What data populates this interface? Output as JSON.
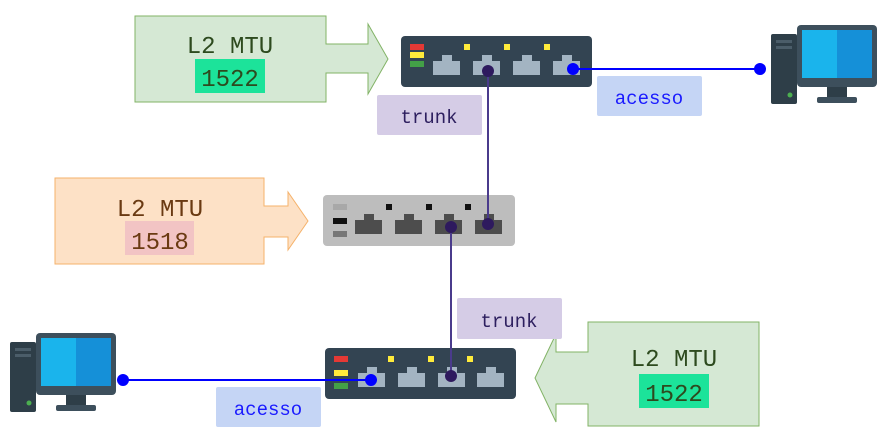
{
  "callouts": [
    {
      "title": "L2 MTU",
      "value": "1522",
      "fill": "#d5e8d4",
      "stroke": "#82b366",
      "highlight": "#1ce39a",
      "text_color": "#2d4a1e"
    },
    {
      "title": "L2 MTU",
      "value": "1518",
      "fill": "#fde1c6",
      "stroke": "#f5b26b",
      "highlight": "#f2c4c4",
      "text_color": "#6a3a12"
    },
    {
      "title": "L2 MTU",
      "value": "1522",
      "fill": "#d5e8d4",
      "stroke": "#82b366",
      "highlight": "#1ce39a",
      "text_color": "#2d4a1e"
    }
  ],
  "labels": {
    "trunk_top": "trunk",
    "trunk_bottom": "trunk",
    "access_top": "acesso",
    "access_bottom": "acesso"
  },
  "colors": {
    "switch_dark": "#334452",
    "switch_gray": "#bdbdbd",
    "trunk_link": "#4a3b8c",
    "access_link": "#0000ff",
    "trunk_label_bg": "#d5cce6",
    "access_label_bg": "#c5d5f5"
  }
}
